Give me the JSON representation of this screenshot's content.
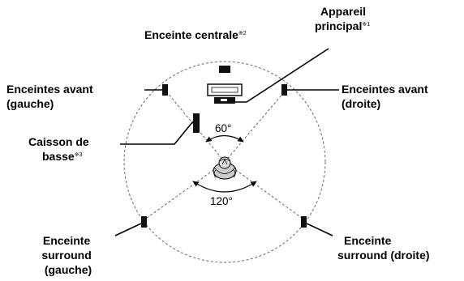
{
  "labels": {
    "center": {
      "text": "Enceinte centrale",
      "note": "※2"
    },
    "main_unit": {
      "line1": "Appareil",
      "line2": "principal",
      "note": "※1"
    },
    "front_left": {
      "line1": "Enceintes avant",
      "line2": "(gauche)"
    },
    "front_right": {
      "line1": "Enceintes avant",
      "line2": "(droite)"
    },
    "subwoofer": {
      "line1": "Caisson de",
      "line2": "basse",
      "note": "※3"
    },
    "surround_left": {
      "line1": "Enceinte",
      "line2": "surround",
      "line3": "(gauche)"
    },
    "surround_right": {
      "line1": "Enceinte",
      "line2": "surround (droite)"
    }
  },
  "angles": {
    "front": "60°",
    "surround": "120°"
  }
}
